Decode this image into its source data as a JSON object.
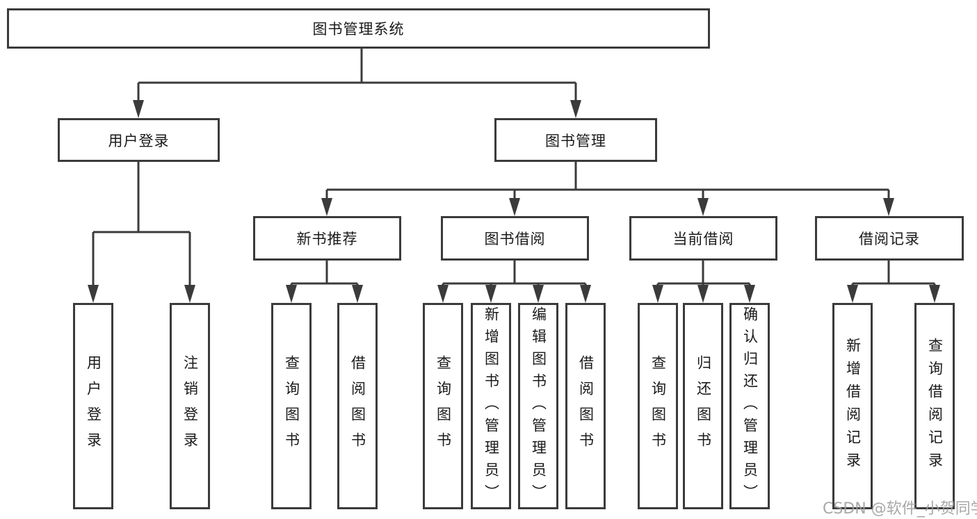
{
  "diagram": {
    "title": "图书管理系统",
    "tree": {
      "label": "图书管理系统",
      "children": [
        {
          "label": "用户登录",
          "children": [
            {
              "label": "用户登录"
            },
            {
              "label": "注销登录"
            }
          ]
        },
        {
          "label": "图书管理",
          "children": [
            {
              "label": "新书推荐",
              "children": [
                {
                  "label": "查询图书"
                },
                {
                  "label": "借阅图书"
                }
              ]
            },
            {
              "label": "图书借阅",
              "children": [
                {
                  "label": "查询图书"
                },
                {
                  "label": "新增图书（管理员）"
                },
                {
                  "label": "编辑图书（管理员）"
                },
                {
                  "label": "借阅图书"
                }
              ]
            },
            {
              "label": "当前借阅",
              "children": [
                {
                  "label": "查询图书"
                },
                {
                  "label": "归还图书"
                },
                {
                  "label": "确认归还（管理员）"
                }
              ]
            },
            {
              "label": "借阅记录",
              "children": [
                {
                  "label": "新增借阅记录"
                },
                {
                  "label": "查询借阅记录"
                }
              ]
            }
          ]
        }
      ]
    },
    "colors": {
      "line": "#3b3b3b",
      "text": "#1a1a1a",
      "box_background": "#ffffff",
      "watermark": "#9e9e9e"
    }
  },
  "watermark": {
    "text": "CSDN @软件_小贺同学"
  }
}
